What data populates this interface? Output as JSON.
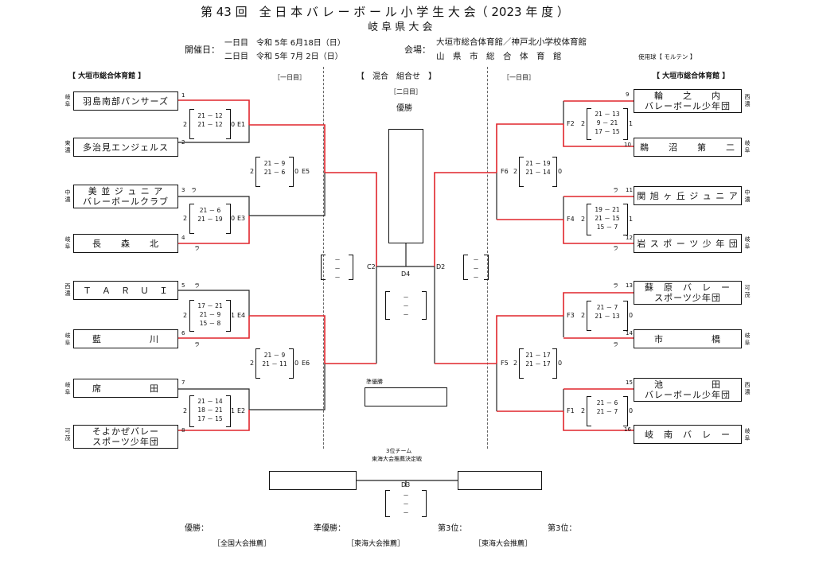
{
  "header": {
    "title": "第 43 回　全 日 本 バ レ ー ボ ー ル 小 学 生 大 会（ 2023 年 度 ）",
    "subtitle": "岐 阜 県 大 会",
    "date_label": "開催日：",
    "day1": "一日目　令和 5年 6月18日（日）",
    "day2": "二日目　令和 5年 7月 2日（日）",
    "venue_label": "会場：",
    "venue1": "大垣市総合体育館／神戸北小学校体育館",
    "venue2": "山　県　市　総　合　体　育　館",
    "ball": "使用球【 モルテン 】"
  },
  "left": {
    "venue": "【 大垣市総合体育館 】",
    "day": "［一日目］",
    "teams": [
      {
        "num": "1",
        "name": "羽島南部パンサーズ",
        "pref": "岐\n阜",
        "mark": ""
      },
      {
        "num": "2",
        "name": "多治見エンジェルス",
        "pref": "東\n濃",
        "mark": ""
      },
      {
        "num": "3",
        "name": "美 並 ジ ュ ニ ア\nバレーボールクラブ",
        "pref": "中\n濃",
        "mark": "ラ"
      },
      {
        "num": "4",
        "name": "長　　森　　北",
        "pref": "岐\n阜",
        "mark": "ラ"
      },
      {
        "num": "5",
        "name": "Ｔ　Ａ　Ｒ　Ｕ　Ｉ",
        "pref": "西\n濃",
        "mark": "ラ"
      },
      {
        "num": "6",
        "name": "藍　　　　　川",
        "pref": "岐\n阜",
        "mark": "ラ"
      },
      {
        "num": "7",
        "name": "席　　　　　田",
        "pref": "岐\n阜",
        "mark": ""
      },
      {
        "num": "8",
        "name": "そよかぜバレー\nスポーツ少年団",
        "pref": "可\n茂",
        "mark": ""
      }
    ],
    "matches": {
      "E1": {
        "label": "E1",
        "sets_l": "2",
        "sets_r": "0",
        "scores": "21 － 12\n21 － 12"
      },
      "E3": {
        "label": "E3",
        "sets_l": "2",
        "sets_r": "0",
        "scores": "21 － 6\n21 － 19"
      },
      "E4": {
        "label": "E4",
        "sets_l": "2",
        "sets_r": "1",
        "scores": "17 － 21\n21 － 9\n15 － 8"
      },
      "E2": {
        "label": "E2",
        "sets_l": "2",
        "sets_r": "1",
        "scores": "21 － 14\n18 － 21\n17 － 15"
      },
      "E5": {
        "label": "E5",
        "sets_l": "2",
        "sets_r": "0",
        "scores": "21 － 9\n21 － 6"
      },
      "E6": {
        "label": "E6",
        "sets_l": "2",
        "sets_r": "0",
        "scores": "21 － 9\n21 － 11"
      }
    }
  },
  "right": {
    "venue": "【 大垣市総合体育館 】",
    "day": "［一日目］",
    "teams": [
      {
        "num": "9",
        "name": "輪　　之　　内\nバレーボール少年団",
        "pref": "西\n濃",
        "mark": ""
      },
      {
        "num": "10",
        "name": "鵜　　沼　　第　　二",
        "pref": "岐\n阜",
        "mark": ""
      },
      {
        "num": "11",
        "name": "関 旭 ヶ 丘 ジ ュ ニ ア",
        "pref": "中\n濃",
        "mark": "ラ"
      },
      {
        "num": "12",
        "name": "岩 ス ポ ー ツ 少 年 団",
        "pref": "岐\n阜",
        "mark": "ラ"
      },
      {
        "num": "13",
        "name": "蘇　原　バ　レ　ー\nスポーツ少年団",
        "pref": "可\n茂",
        "mark": "ラ"
      },
      {
        "num": "14",
        "name": "市　　　　　橋",
        "pref": "岐\n阜",
        "mark": "ラ"
      },
      {
        "num": "15",
        "name": "池　　　　　田\nバレーボール少年団",
        "pref": "西\n濃",
        "mark": ""
      },
      {
        "num": "16",
        "name": "岐　南　バ　レ　ー",
        "pref": "岐\n阜",
        "mark": ""
      }
    ],
    "matches": {
      "F2": {
        "label": "F2",
        "sets_l": "2",
        "sets_r": "1",
        "scores": "21 － 13\n9 － 21\n17 － 15"
      },
      "F4": {
        "label": "F4",
        "sets_l": "2",
        "sets_r": "1",
        "scores": "19 － 21\n21 － 15\n15 － 7"
      },
      "F3": {
        "label": "F3",
        "sets_l": "2",
        "sets_r": "0",
        "scores": "21 － 7\n21 － 13"
      },
      "F1": {
        "label": "F1",
        "sets_l": "2",
        "sets_r": "0",
        "scores": "21 － 6\n21 － 7"
      },
      "F6": {
        "label": "F6",
        "sets_l": "2",
        "sets_r": "0",
        "scores": "21 － 19\n21 － 14"
      },
      "F5": {
        "label": "F5",
        "sets_l": "2",
        "sets_r": "0",
        "scores": "21 － 17\n21 － 17"
      }
    }
  },
  "center": {
    "block_title": "【　混合　組合せ　】",
    "day2": "［二日目］",
    "winner": "優勝",
    "runner_up": "準優勝",
    "c2": "C2",
    "d2": "D2",
    "d4": "D4",
    "d3": "D3",
    "third_title1": "3位チーム",
    "third_title2": "東海大会推薦決定戦",
    "blank_scores": "－\n－\n－"
  },
  "footer": {
    "winner": "優勝：",
    "runner_up": "準優勝：",
    "third1": "第3位：",
    "third2": "第3位：",
    "rec1": "［全国大会推薦］",
    "rec2": "［東海大会推薦］",
    "rec3": "［東海大会推薦］"
  },
  "colors": {
    "win_line": "#e0252b",
    "line": "#222222"
  }
}
